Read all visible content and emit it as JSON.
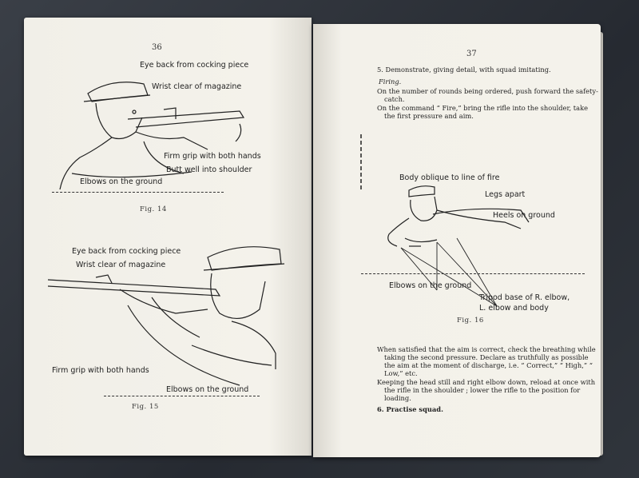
{
  "left_page": {
    "page_number": "36",
    "fig14": {
      "labels": [
        "Eye back from cocking piece",
        "Wrist clear of magazine",
        "Firm grip with both hands",
        "Butt well into shoulder",
        "Elbows on the ground"
      ],
      "caption": "Fig. 14"
    },
    "fig15": {
      "labels": [
        "Eye back from cocking piece",
        "Wrist clear of magazine",
        "Firm grip with both hands",
        "Elbows on the ground"
      ],
      "caption": "Fig. 15"
    }
  },
  "right_page": {
    "page_number": "37",
    "step5": "5. Demonstrate, giving detail, with squad imitating.",
    "firing_heading": "Firing.",
    "para1": "On the number of rounds being ordered, push forward the safety-catch.",
    "para2": "On the command “ Fire,” bring the rifle into the shoulder, take the first pressure and aim.",
    "fig16": {
      "labels": [
        "Body oblique to line of fire",
        "Legs apart",
        "Heels on ground",
        "Elbows on the ground",
        "Tripod base of R. elbow,",
        "L. elbow and body"
      ],
      "caption": "Fig. 16"
    },
    "para3": "When satisfied that the aim is correct, check the breathing while taking the second pressure. Declare as truthfully as possible the aim at the moment of discharge, i.e. “ Correct,” “ High,” “ Low,” etc.",
    "para4": "Keeping the head still and right elbow down, reload at once with the rifle in the shoulder ; lower the rifle to the position for loading.",
    "step6": "6. Practise squad."
  }
}
